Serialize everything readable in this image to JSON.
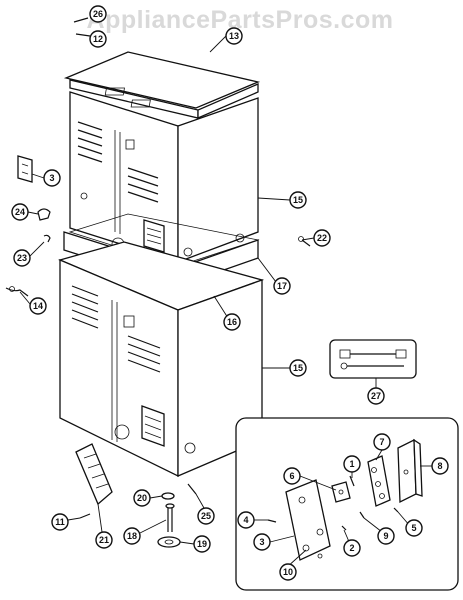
{
  "watermark": "AppliancePartsPros.com",
  "callouts": {
    "c26": "26",
    "c12": "12",
    "c13": "13",
    "c3": "3",
    "c15a": "15",
    "c24": "24",
    "c22": "22",
    "c23": "23",
    "c17": "17",
    "c14": "14",
    "c16": "16",
    "c15b": "15",
    "c27": "27",
    "c1": "1",
    "c6": "6",
    "c7": "7",
    "c8": "8",
    "c20": "20",
    "c25": "25",
    "c4": "4",
    "c3b": "3",
    "c2": "2",
    "c9": "9",
    "c5": "5",
    "c11": "11",
    "c21": "21",
    "c18": "18",
    "c19": "19",
    "c10": "10"
  }
}
